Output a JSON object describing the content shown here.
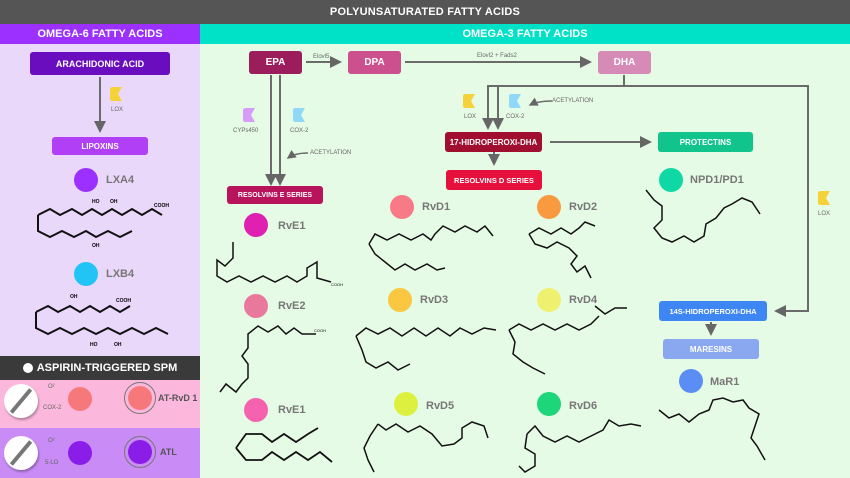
{
  "title": "POLYUNSATURATED FATTY ACIDS",
  "omega6": {
    "header": "OMEGA-6 FATTY ACIDS",
    "source": "ARACHIDONIC ACID",
    "enzyme": "LOX",
    "product": "LIPOXINS",
    "molecules": [
      {
        "name": "LXA4",
        "color": "#9b30ff",
        "labels": [
          "HO",
          "OH",
          "COOH",
          "OH"
        ]
      },
      {
        "name": "LXB4",
        "color": "#22c4f5",
        "labels": [
          "OH",
          "COOH",
          "HO",
          "OH"
        ]
      }
    ]
  },
  "aspirin": {
    "header": "ASPIRIN-TRIGGERED SPM",
    "rows": [
      {
        "o2": "O²",
        "enzyme": "COX-2",
        "product": "AT-RvD 1",
        "color": "#f7787a",
        "bg": "#fbb8dc"
      },
      {
        "o2": "O²",
        "enzyme": "5-LO",
        "product": "ATL",
        "color": "#8a1de8",
        "bg": "#c98cf6"
      }
    ]
  },
  "omega3": {
    "header": "OMEGA-3 FATTY ACIDS",
    "epa": "EPA",
    "dpa": "DPA",
    "dha": "DHA",
    "elovl5": "Elovl5",
    "elovl2": "Elovl2 + Fads2",
    "epa_enzymes": [
      "CYPs450",
      "COX-2"
    ],
    "acetylation1": "ACETYLATION",
    "resolvins_e": "RESOLVINS E SERIES",
    "e_molecules": [
      {
        "name": "RvE1",
        "color": "#e020b0"
      },
      {
        "name": "RvE2",
        "color": "#e8799c"
      },
      {
        "name": "RvE1",
        "color": "#f562b0"
      }
    ],
    "dha_enzymes": [
      "LOX",
      "COX-2"
    ],
    "acetylation2": "ACETYLATION",
    "hydroperoxi17": "17-HIDROPEROXI-DHA",
    "resolvins_d": "RESOLVINS D SERIES",
    "d_molecules": [
      {
        "name": "RvD1",
        "color": "#f77a86"
      },
      {
        "name": "RvD2",
        "color": "#f99a40"
      },
      {
        "name": "RvD3",
        "color": "#f9c740"
      },
      {
        "name": "RvD4",
        "color": "#f0f070"
      },
      {
        "name": "RvD5",
        "color": "#ddf040"
      },
      {
        "name": "RvD6",
        "color": "#1ed67a"
      }
    ],
    "protectins": "PROTECTINS",
    "npd1": {
      "name": "NPD1/PD1",
      "color": "#0ed8a4"
    },
    "lox_right": "LOX",
    "hydroperoxi14": "14S-HIDROPEROXI-DHA",
    "maresins": "MARESINS",
    "mar1": {
      "name": "MaR1",
      "color": "#5a8ef5"
    }
  }
}
